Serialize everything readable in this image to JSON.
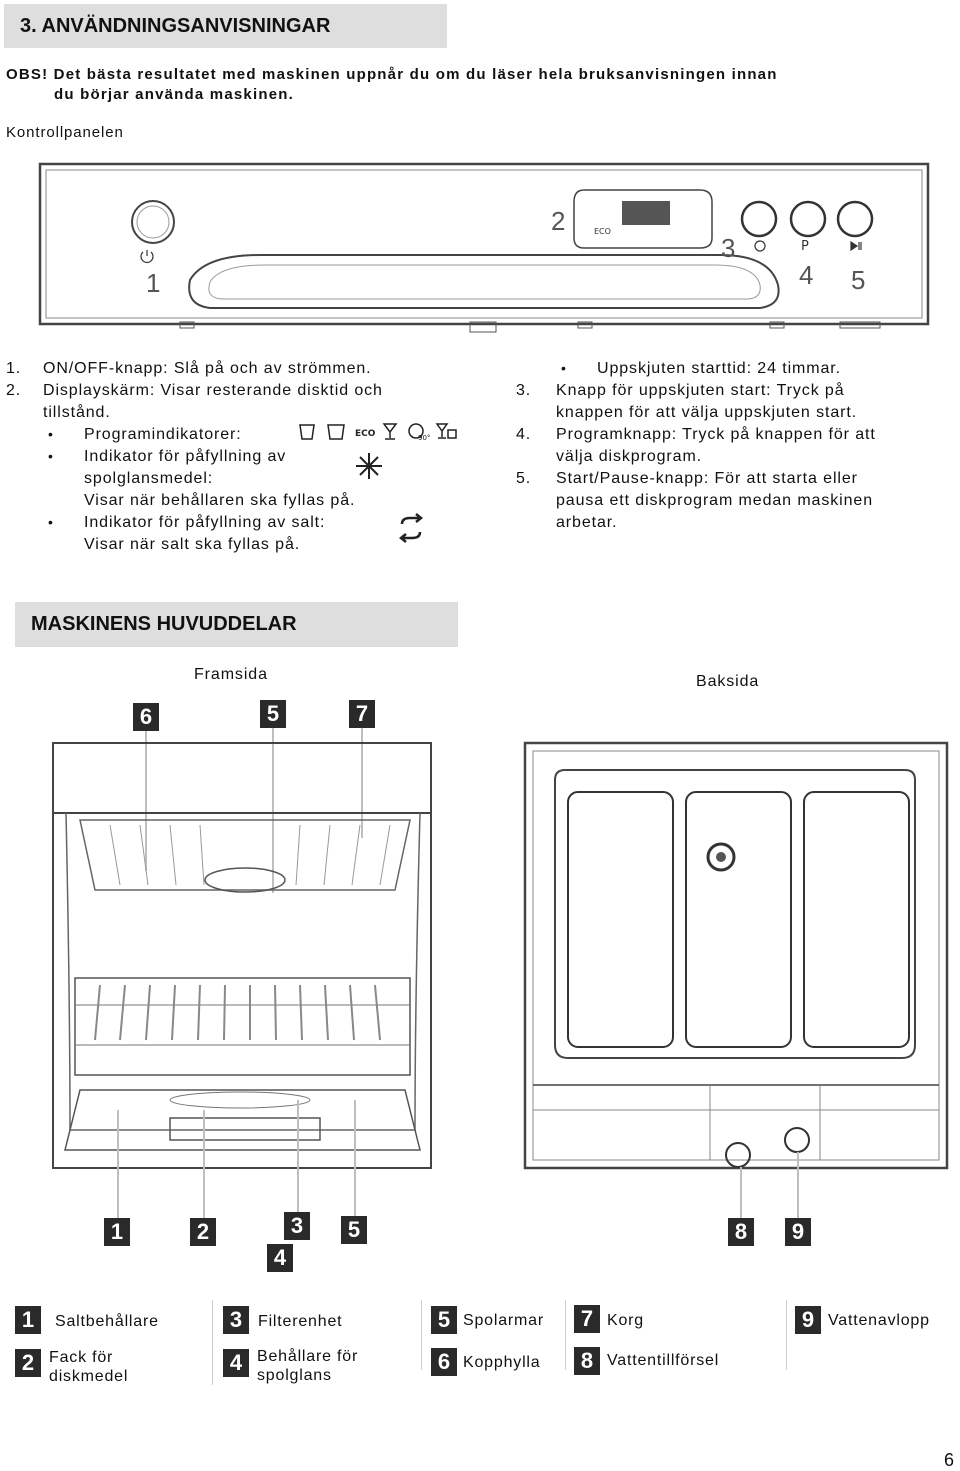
{
  "header": {
    "title": "3. ANVÄNDNINGSANVISNINGAR"
  },
  "obs": {
    "line1": "OBS! Det bästa resultatet med maskinen uppnår du om du läser hela bruksanvisningen innan",
    "line2": "du börjar använda maskinen."
  },
  "control_panel": {
    "label": "Kontrollpanelen",
    "markers": [
      "1",
      "2",
      "3",
      "4",
      "5"
    ],
    "button_symbols": {
      "p": "P",
      "eco": "ECO"
    }
  },
  "left_list": {
    "item1_num": "1.",
    "item1_text": "ON/OFF-knapp: Slå på och av strömmen.",
    "item2_num": "2.",
    "item2_text_a": "Displayskärm: Visar resterande disktid och",
    "item2_text_b": "tillstånd.",
    "bullet1": "Programindikatorer:",
    "bullet2_a": "Indikator för påfyllning av",
    "bullet2_b": "spolglansmedel:",
    "bullet2_c": "Visar när behållaren ska fyllas på.",
    "bullet3_a": "Indikator för påfyllning av salt:",
    "bullet3_b": "Visar när salt ska fyllas på."
  },
  "right_list": {
    "bullet": "Uppskjuten starttid: 24 timmar.",
    "item3_num": "3.",
    "item3_a": "Knapp för uppskjuten start: Tryck på",
    "item3_b": "knappen för att välja uppskjuten start.",
    "item4_num": "4.",
    "item4_a": "Programknapp: Tryck på knappen för att",
    "item4_b": "välja diskprogram.",
    "item5_num": "5.",
    "item5_a": "Start/Pause-knapp: För att starta eller",
    "item5_b": "pausa ett diskprogram medan maskinen",
    "item5_c": "arbetar."
  },
  "parts": {
    "title": "MASKINENS HUVUDDELAR",
    "front_label": "Framsida",
    "back_label": "Baksida",
    "front_markers_top": [
      "6",
      "5",
      "7"
    ],
    "front_markers_bottom": [
      "1",
      "2",
      "3",
      "4",
      "5"
    ],
    "back_markers": [
      "8",
      "9"
    ]
  },
  "legend": {
    "n1": "1",
    "t1": "Saltbehållare",
    "n2": "2",
    "t2a": "Fack för",
    "t2b": "diskmedel",
    "n3": "3",
    "t3": "Filterenhet",
    "n4": "4",
    "t4a": "Behållare för",
    "t4b": "spolglans",
    "n5": "5",
    "t5": "Spolarmar",
    "n6": "6",
    "t6": "Kopphylla",
    "n7": "7",
    "t7": "Korg",
    "n8": "8",
    "t8": "Vattentillförsel",
    "n9": "9",
    "t9": "Vattenavlopp"
  },
  "page_number": "6"
}
